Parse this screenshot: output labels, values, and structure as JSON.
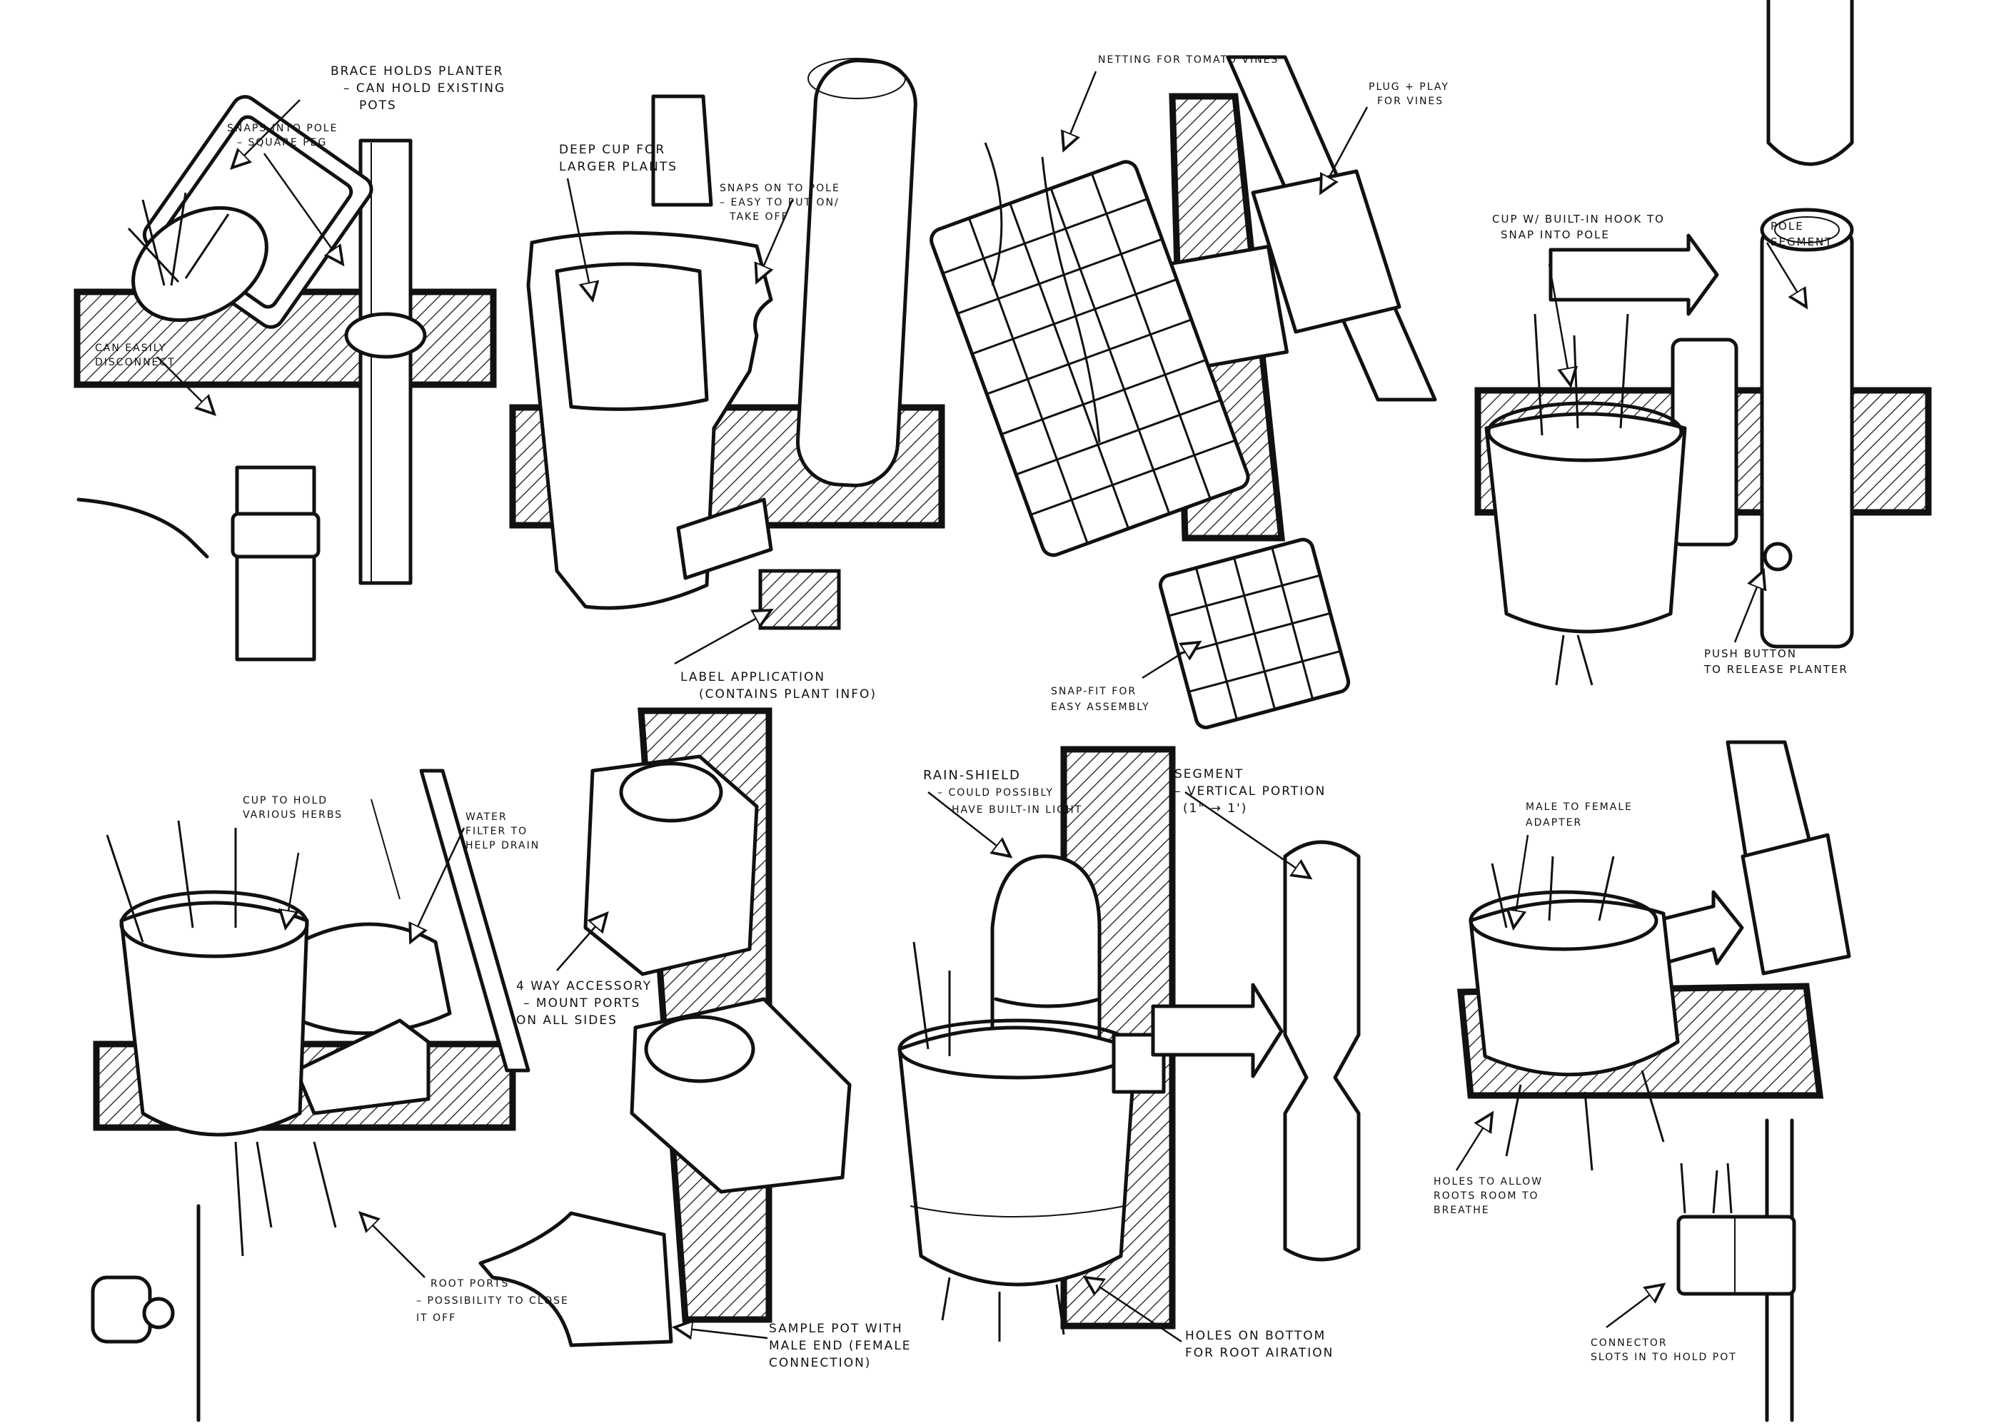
{
  "sheet": {
    "ink_color": "#111111",
    "paper_color": "#ffffff",
    "panels": [
      {
        "id": "brace-planter",
        "notes": [
          {
            "lines": [
              "Brace holds planter",
              "– can hold existing",
              "pots"
            ]
          },
          {
            "lines": [
              "Snaps into pole",
              "– square peg"
            ]
          },
          {
            "lines": [
              "Can easily",
              "disconnect"
            ]
          }
        ]
      },
      {
        "id": "deep-cup",
        "notes": [
          {
            "lines": [
              "Deep cup for",
              "larger plants"
            ]
          },
          {
            "lines": [
              "Snaps on to pole",
              "– easy to put on/",
              "take off"
            ]
          },
          {
            "lines": [
              "Label application",
              "(contains plant info)"
            ]
          }
        ]
      },
      {
        "id": "tomato-netting",
        "notes": [
          {
            "lines": [
              "Netting for tomato vines"
            ]
          },
          {
            "lines": [
              "Plug + play",
              "for vines"
            ]
          },
          {
            "lines": [
              "Snap-fit for",
              "easy assembly"
            ]
          }
        ]
      },
      {
        "id": "hook-cup",
        "notes": [
          {
            "lines": [
              "Cup w/ built-in hook to",
              "snap into pole"
            ]
          },
          {
            "lines": [
              "Pole",
              "segment"
            ]
          },
          {
            "lines": [
              "Push button",
              "to release planter"
            ]
          }
        ]
      },
      {
        "id": "herb-cup",
        "notes": [
          {
            "lines": [
              "Cup to hold",
              "various herbs"
            ]
          },
          {
            "lines": [
              "Water",
              "filter to",
              "help drain"
            ]
          },
          {
            "lines": [
              "Root ports",
              "– possibility to close",
              "it off"
            ]
          }
        ]
      },
      {
        "id": "four-way",
        "notes": [
          {
            "lines": [
              "4 way accessory",
              "– mount ports",
              "on all sides"
            ]
          },
          {
            "lines": [
              "Sample pot with",
              "male end (female",
              "connection)"
            ]
          }
        ]
      },
      {
        "id": "rain-shield",
        "notes": [
          {
            "lines": [
              "Rain-shield",
              "– could possibly",
              "have built-in light"
            ]
          },
          {
            "lines": [
              "Segment",
              "– vertical portion",
              "(1\" → 1')"
            ]
          },
          {
            "lines": [
              "Holes on bottom",
              "for root airation"
            ]
          }
        ]
      },
      {
        "id": "adapter",
        "notes": [
          {
            "lines": [
              "Male to female",
              "adapter"
            ]
          },
          {
            "lines": [
              "Holes to allow",
              "roots room to",
              "breathe"
            ]
          },
          {
            "lines": [
              "Connector",
              "slots in to hold pot"
            ]
          }
        ]
      }
    ]
  }
}
